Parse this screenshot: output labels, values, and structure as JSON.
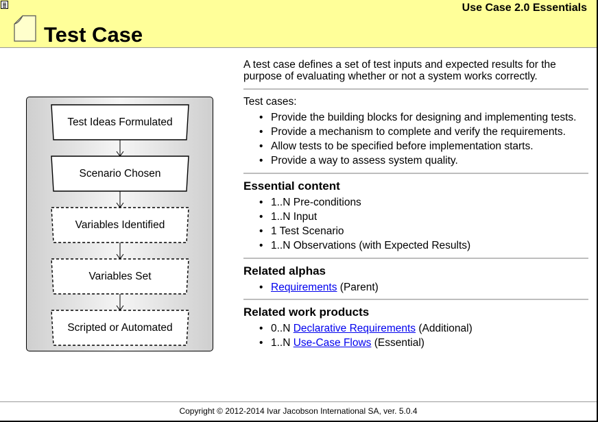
{
  "header": {
    "brand": "Use Case 2.0 Essentials",
    "title": "Test Case"
  },
  "diagram": {
    "steps": [
      {
        "label": "Test Ideas Formulated",
        "style": "solid"
      },
      {
        "label": "Scenario Chosen",
        "style": "solid"
      },
      {
        "label": "Variables Identified",
        "style": "dashed"
      },
      {
        "label": "Variables Set",
        "style": "dashed"
      },
      {
        "label": "Scripted or Automated",
        "style": "dashed"
      }
    ]
  },
  "intro": "A test case defines a set of test inputs and expected results for the purpose of evaluating whether or not a system works correctly.",
  "test_cases": {
    "heading": "Test cases:",
    "items": [
      "Provide the building blocks for designing and implementing tests.",
      "Provide a mechanism to complete and verify the requirements.",
      "Allow tests to be specified before implementation starts.",
      "Provide a way to assess system quality."
    ]
  },
  "essential_content": {
    "heading": "Essential content",
    "items": [
      "1..N Pre-conditions",
      "1..N Input",
      "1 Test Scenario",
      "1..N Observations (with Expected Results)"
    ]
  },
  "related_alphas": {
    "heading": "Related alphas",
    "items": [
      {
        "prefix": "",
        "link": "Requirements",
        "suffix": " (Parent)"
      }
    ]
  },
  "related_work_products": {
    "heading": "Related work products",
    "items": [
      {
        "prefix": "0..N ",
        "link": "Declarative Requirements",
        "suffix": " (Additional)"
      },
      {
        "prefix": "1..N ",
        "link": "Use-Case Flows",
        "suffix": " (Essential)"
      }
    ]
  },
  "footer": "Copyright © 2012-2014 Ivar Jacobson International SA, ver. 5.0.4"
}
